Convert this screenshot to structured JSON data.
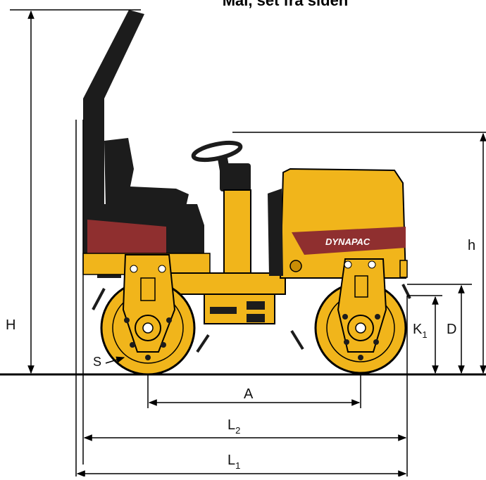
{
  "title": "Mål, set fra siden",
  "brand": "DYNAPAC",
  "dimensions": {
    "H": "H",
    "h": "h",
    "D": "D",
    "K": "K",
    "K_sub": "1",
    "S": "S",
    "A": "A",
    "L2": "L",
    "L2_sub": "2",
    "L1": "L",
    "L1_sub": "1"
  },
  "colors": {
    "body": "#f1b51b",
    "body_dark": "#c98d06",
    "red_band": "#8f2f2f",
    "black": "#1c1c1c",
    "line": "#000000"
  }
}
